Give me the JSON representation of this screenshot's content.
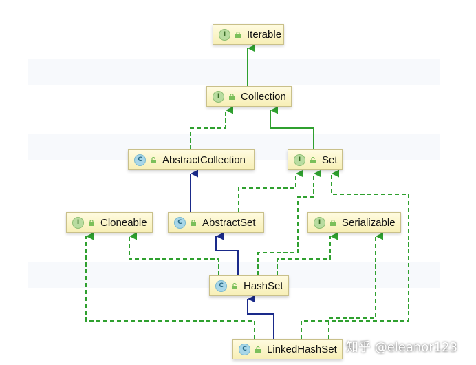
{
  "nodes": {
    "iterable": {
      "label": "Iterable",
      "kind": "I"
    },
    "collection": {
      "label": "Collection",
      "kind": "I"
    },
    "abstract_collection": {
      "label": "AbstractCollection",
      "kind": "C"
    },
    "set": {
      "label": "Set",
      "kind": "I"
    },
    "cloneable": {
      "label": "Cloneable",
      "kind": "I"
    },
    "abstract_set": {
      "label": "AbstractSet",
      "kind": "C"
    },
    "serializable": {
      "label": "Serializable",
      "kind": "I"
    },
    "hash_set": {
      "label": "HashSet",
      "kind": "C"
    },
    "linked_hash_set": {
      "label": "LinkedHashSet",
      "kind": "C"
    }
  },
  "colors": {
    "extends_interface": "#2fa02f",
    "implements": "#2fa02f",
    "extends_class": "#1a2a8a"
  },
  "watermark": "知乎 @eleanor123"
}
